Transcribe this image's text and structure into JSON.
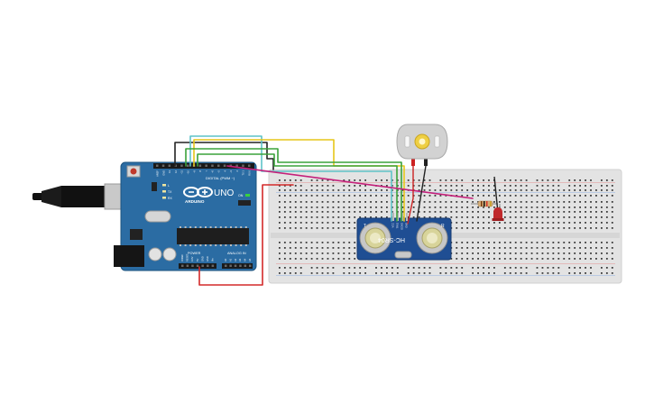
{
  "arduino": {
    "brand": "ARDUINO",
    "model": "UNO",
    "digital_header_label": "DIGITAL (PWM ~)",
    "power_label": "POWER",
    "analog_label": "ANALOG IN",
    "on_label": "ON",
    "led_labels": [
      "L",
      "TX",
      "RX"
    ],
    "top_pin_labels": [
      "AREF",
      "GND",
      "13",
      "12",
      "~11",
      "~10",
      "~9",
      "8",
      "7",
      "~6",
      "~5",
      "4",
      "~3",
      "2",
      "TX 1",
      "RX 0"
    ],
    "power_pin_labels": [
      "IOREF",
      "RESET",
      "3.3V",
      "5V",
      "GND",
      "GND",
      "Vin"
    ],
    "analog_pin_labels": [
      "A0",
      "A1",
      "A2",
      "A3",
      "A4",
      "A5"
    ]
  },
  "ultrasonic": {
    "model": "HC-SR04",
    "left_letter": "T",
    "right_letter": "R",
    "pin_labels": [
      "VCC",
      "TRIG",
      "ECHO",
      "GND"
    ]
  },
  "colors": {
    "board": "#2b6ca3",
    "breadboard": "#e3e3e3",
    "wire_black": "#222222",
    "wire_yellow": "#e6c619",
    "wire_cyan": "#5fc3c8",
    "wire_green": "#3aa23a",
    "wire_red": "#d42a2a",
    "wire_magenta": "#c4207a",
    "led": "#c0282b",
    "motor": "#cfcfcf"
  }
}
